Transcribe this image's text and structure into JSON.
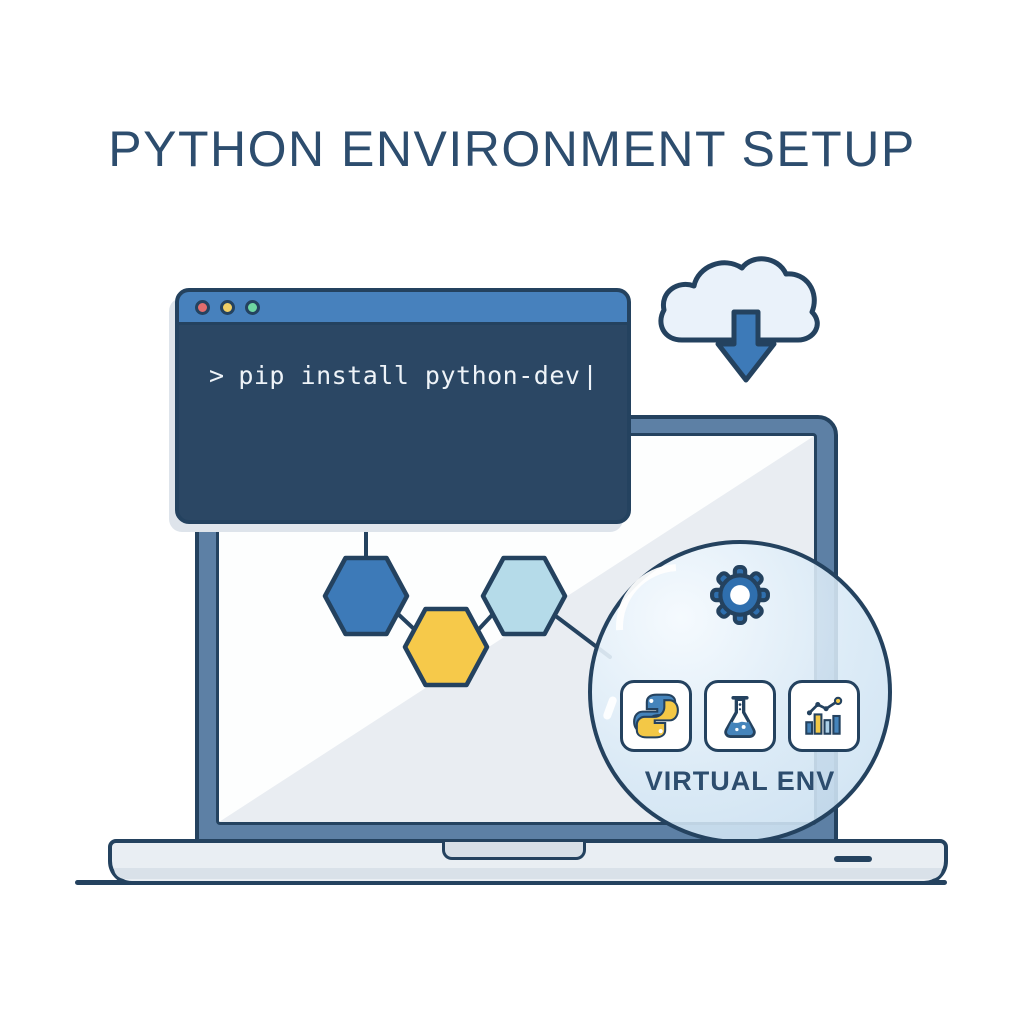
{
  "title": "PYTHON ENVIRONMENT SETUP",
  "terminal": {
    "prompt": ">",
    "command": "pip install python-dev",
    "cursor": "|"
  },
  "bubble": {
    "label": "VIRTUAL ENV",
    "icons": [
      "gear-icon",
      "python-logo-icon",
      "flask-icon",
      "bar-chart-icon"
    ]
  },
  "colors": {
    "outline": "#24425f",
    "title_text": "#2d4d6e",
    "terminal_bg": "#2b4764",
    "terminal_titlebar": "#4781bd",
    "terminal_text": "#eef3f8",
    "traffic_red": "#e26d6d",
    "traffic_yellow": "#f0cf65",
    "traffic_green": "#6fd6a2",
    "hex_blue": "#3d7ab8",
    "hex_yellow": "#f6c94a",
    "hex_lightblue": "#b5dbe9",
    "laptop_bezel": "#5d80a5",
    "screen_gray": "#e9edf2",
    "laptop_base": "#e9eef3",
    "gear_blue": "#2f6fae",
    "python_blue": "#4584bb",
    "python_yellow": "#f3c846",
    "chart_lightblue": "#abd0e8"
  }
}
